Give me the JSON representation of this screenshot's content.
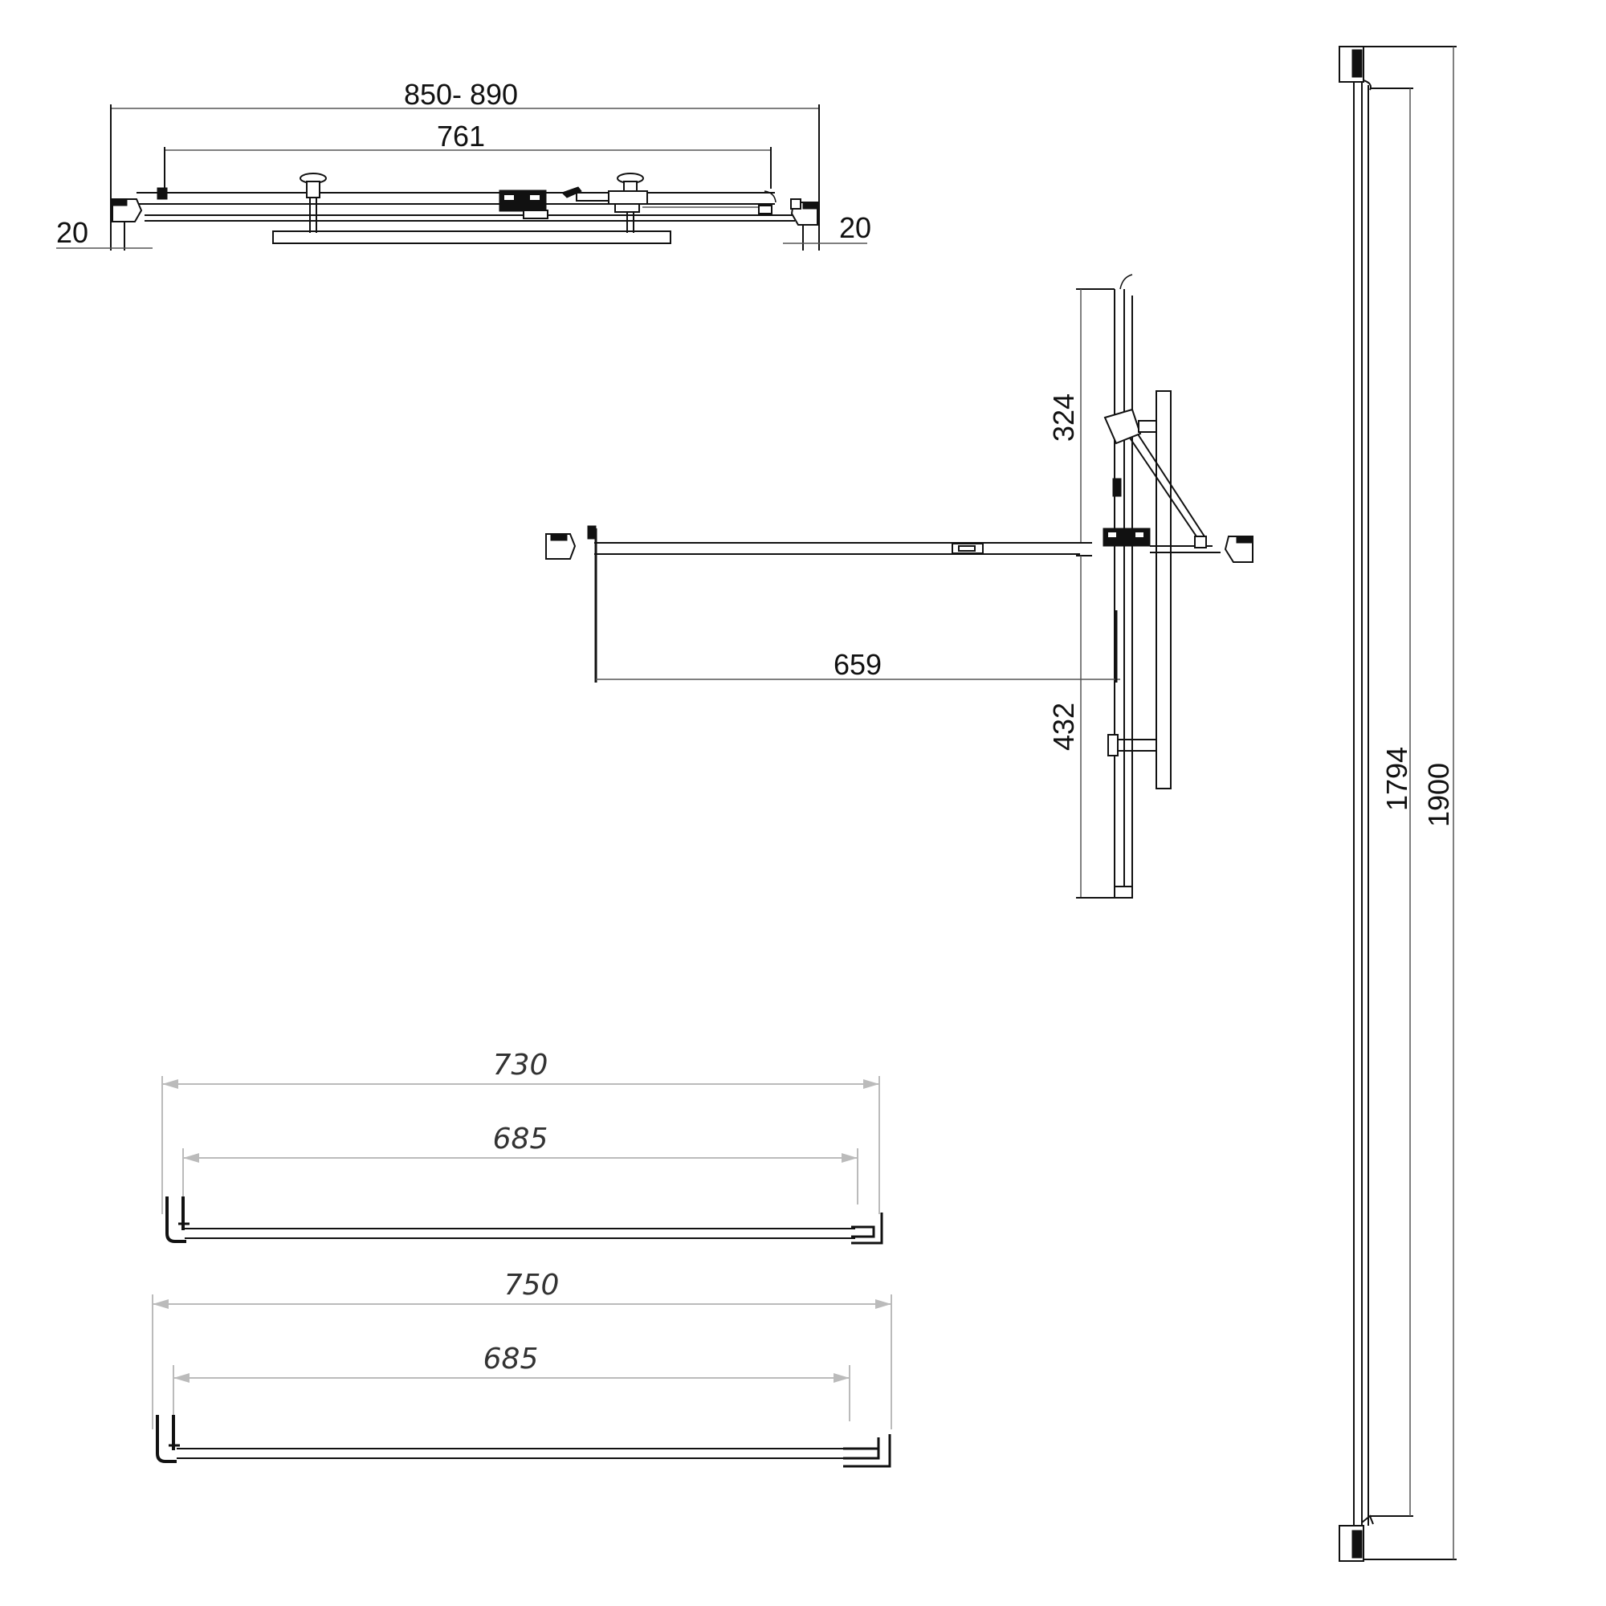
{
  "top_view": {
    "overall_width": "850- 890",
    "door_width": "761",
    "left_offset": "20",
    "right_offset": "20"
  },
  "open_view": {
    "upper_length": "324",
    "lower_length": "432",
    "opening_width": "659"
  },
  "side_view": {
    "door_height": "1794",
    "overall_height": "1900"
  },
  "profile_a": {
    "outer_width": "730",
    "inner_width": "685"
  },
  "profile_b": {
    "outer_width": "750",
    "inner_width": "685"
  },
  "colors": {
    "line": "#111111",
    "dimension_grey": "#bbbbbb"
  }
}
